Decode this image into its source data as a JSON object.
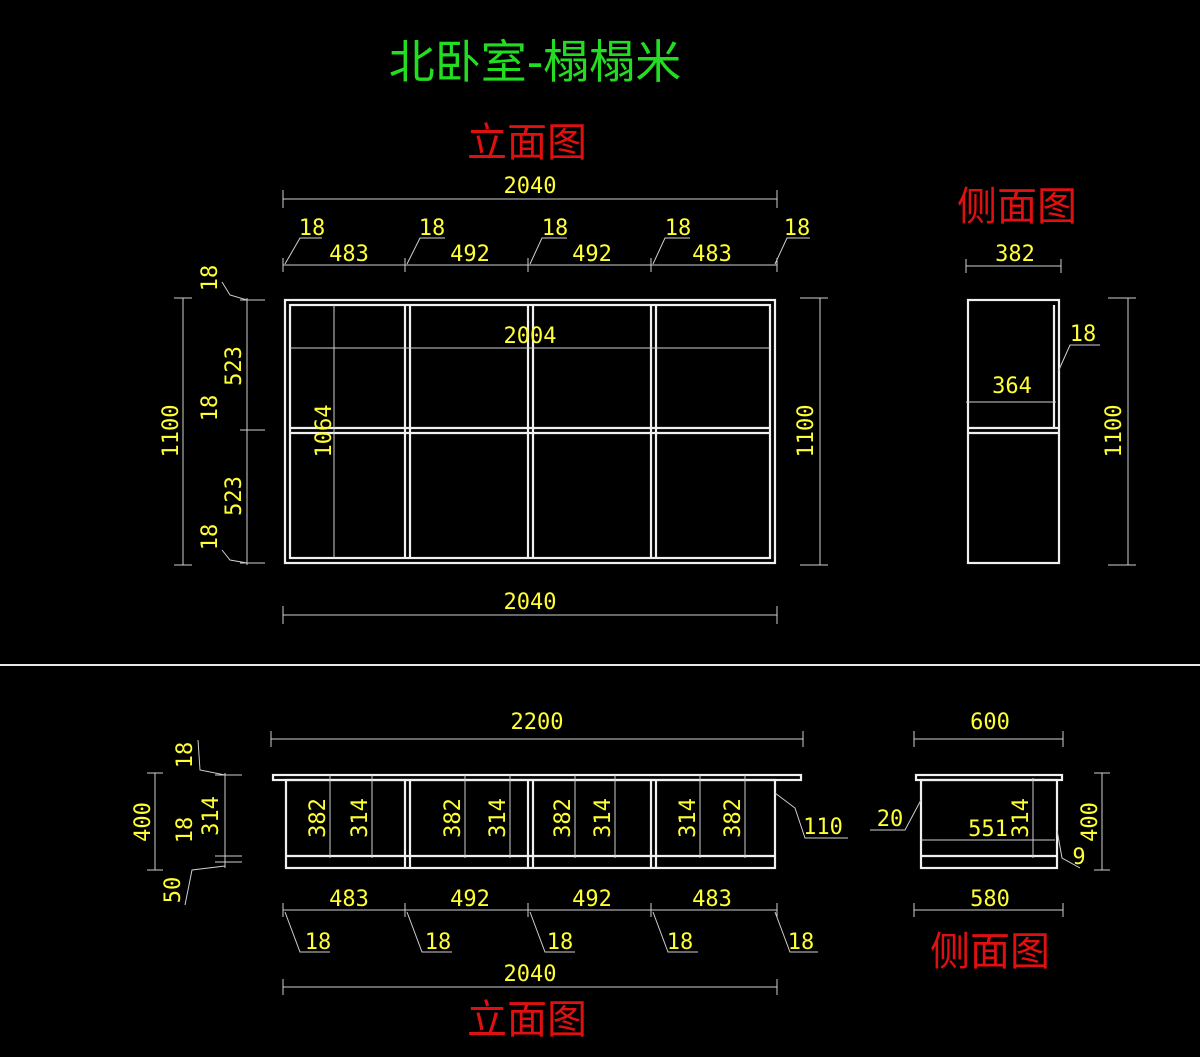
{
  "title": "北卧室-榻榻米",
  "colors": {
    "background": "#000000",
    "title": "#22dd22",
    "view_label": "#e01010",
    "dimension_text": "#ffff33",
    "lines": "#f0f0f0"
  },
  "upper": {
    "front_label": "立面图",
    "side_label": "侧面图",
    "front": {
      "overall_top": "2040",
      "overall_bottom": "2040",
      "panels": [
        "18",
        "18",
        "18",
        "18",
        "18"
      ],
      "bays": [
        "483",
        "492",
        "492",
        "483"
      ],
      "inner_width": "2004",
      "left_total": "1100",
      "left_parts": [
        "18",
        "523",
        "18",
        "523",
        "18"
      ],
      "inner_height": "1064",
      "right_total": "1100"
    },
    "side": {
      "width": "382",
      "inner_width": "364",
      "shelf": "18",
      "height": "1100"
    }
  },
  "lower": {
    "front_label": "立面图",
    "side_label": "侧面图",
    "front": {
      "overall_top": "2200",
      "overall_bottom": "2040",
      "bays": [
        "483",
        "492",
        "492",
        "483"
      ],
      "panels": [
        "18",
        "18",
        "18",
        "18",
        "18"
      ],
      "overhang": "110",
      "left_total": "400",
      "left_parts": [
        "18",
        "314",
        "18",
        "50"
      ],
      "inner_heights": [
        [
          "382",
          "314"
        ],
        [
          "382",
          "314"
        ],
        [
          "382",
          "314"
        ],
        [
          "314",
          "382"
        ]
      ]
    },
    "side": {
      "top_width": "600",
      "bottom_width": "580",
      "inner_depth": "551",
      "inner_height": "314",
      "offset": "20",
      "gap": "9",
      "height": "400"
    }
  }
}
